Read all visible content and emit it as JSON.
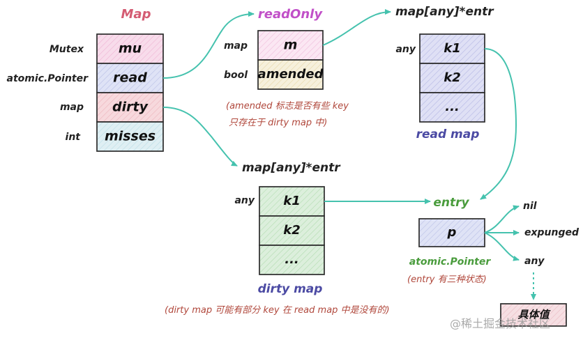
{
  "map_struct": {
    "title": "Map",
    "fields": [
      {
        "type": "Mutex",
        "name": "mu"
      },
      {
        "type": "atomic.Pointer",
        "name": "read"
      },
      {
        "type": "map",
        "name": "dirty"
      },
      {
        "type": "int",
        "name": "misses"
      }
    ]
  },
  "readonly_struct": {
    "title": "readOnly",
    "fields": [
      {
        "type": "map",
        "name": "m"
      },
      {
        "type": "bool",
        "name": "amended"
      }
    ],
    "note_line1": "(amended 标志是否有些 key",
    "note_line2": "只存在于 dirty map 中)"
  },
  "read_map": {
    "header": "map[any]*entr",
    "key_type": "any",
    "cells": [
      "k1",
      "k2",
      "..."
    ],
    "caption": "read map"
  },
  "dirty_map": {
    "header": "map[any]*entr",
    "key_type": "any",
    "cells": [
      "k1",
      "k2",
      "..."
    ],
    "caption": "dirty map",
    "note": "(dirty map 可能有部分 key 在 read map 中是没有的)"
  },
  "entry": {
    "title": "entry",
    "field": "p",
    "type_label": "atomic.Pointer",
    "note": "(entry 有三种状态)",
    "states": [
      "nil",
      "expunged",
      "any"
    ],
    "value_box": "具体值"
  },
  "watermark": "@稀土掘金技术社区",
  "colors": {
    "map_title": "#d45c73",
    "readonly_title": "#c150c8",
    "read_map_caption": "#4b4aa3",
    "dirty_map_caption": "#4b4aa3",
    "entry_title": "#4a9c3d",
    "entry_type": "#4a9c3d",
    "note": "#b0473b",
    "arrow": "#45c2ae",
    "mu_fill": "#f8dceb",
    "read_fill": "#dfe3f6",
    "dirty_fill": "#f7d9dd",
    "misses_fill": "#dfeff3",
    "m_fill": "#fbe7f3",
    "amended_fill": "#f6f0dc",
    "read_map_fill": "#dfe0f5",
    "dirty_map_fill": "#dcefdc",
    "entry_fill": "#dee5f6",
    "value_fill": "#f6dfe3"
  }
}
